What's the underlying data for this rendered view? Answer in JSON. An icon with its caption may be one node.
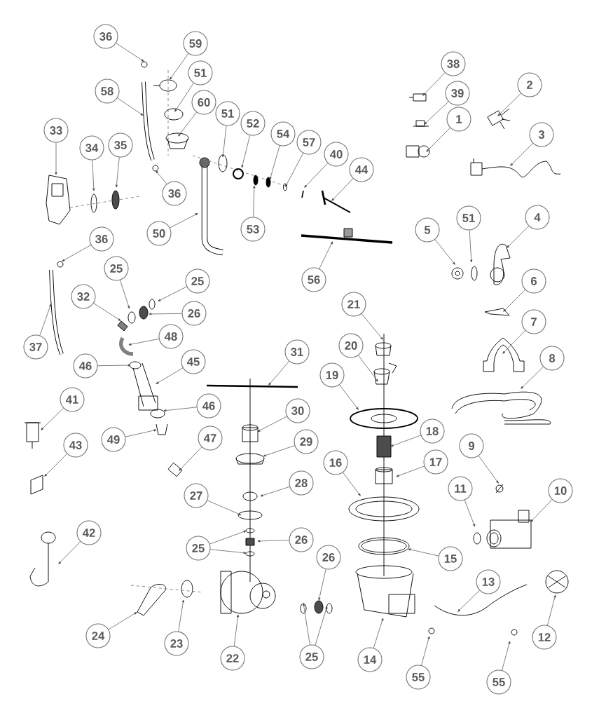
{
  "diagram": {
    "nodes": [
      {
        "text": [
          "36"
        ]
      },
      {
        "text": [
          "59"
        ]
      },
      {
        "text": [
          "38"
        ]
      },
      {
        "text": [
          "51"
        ]
      },
      {
        "text": [
          "2"
        ]
      },
      {
        "text": [
          "58"
        ]
      },
      {
        "text": [
          "39"
        ]
      },
      {
        "text": [
          "60"
        ]
      },
      {
        "text": [
          "51"
        ]
      },
      {
        "text": [
          "1"
        ]
      },
      {
        "text": [
          "52"
        ]
      },
      {
        "text": [
          "33"
        ]
      },
      {
        "text": [
          "54"
        ]
      },
      {
        "text": [
          "3"
        ]
      },
      {
        "text": [
          "57"
        ]
      },
      {
        "text": [
          "35"
        ]
      },
      {
        "text": [
          "34"
        ]
      },
      {
        "text": [
          "40"
        ]
      },
      {
        "text": [
          "44"
        ]
      },
      {
        "text": [
          "36"
        ]
      },
      {
        "text": [
          "4"
        ]
      },
      {
        "text": [
          "51"
        ]
      },
      {
        "text": [
          "53"
        ]
      },
      {
        "text": [
          "5"
        ]
      },
      {
        "text": [
          "50"
        ]
      },
      {
        "text": [
          "36"
        ]
      },
      {
        "text": [
          "25"
        ]
      },
      {
        "text": [
          "56"
        ]
      },
      {
        "text": [
          "25"
        ]
      },
      {
        "text": [
          "6"
        ]
      },
      {
        "text": [
          "32"
        ]
      },
      {
        "text": [
          "21"
        ]
      },
      {
        "text": [
          "26"
        ]
      },
      {
        "text": [
          "7"
        ]
      },
      {
        "text": [
          "48"
        ]
      },
      {
        "text": [
          "20"
        ]
      },
      {
        "text": [
          "37"
        ]
      },
      {
        "text": [
          "31"
        ]
      },
      {
        "text": [
          "8"
        ]
      },
      {
        "text": [
          "45"
        ]
      },
      {
        "text": [
          "46"
        ]
      },
      {
        "text": [
          "19"
        ]
      },
      {
        "text": [
          "41"
        ]
      },
      {
        "text": [
          "46"
        ]
      },
      {
        "text": [
          "30"
        ]
      },
      {
        "text": [
          "18"
        ]
      },
      {
        "text": [
          "49"
        ]
      },
      {
        "text": [
          "47"
        ]
      },
      {
        "text": [
          "29"
        ]
      },
      {
        "text": [
          "43"
        ]
      },
      {
        "text": [
          "9"
        ]
      },
      {
        "text": [
          "17"
        ]
      },
      {
        "text": [
          "16"
        ]
      },
      {
        "text": [
          "28"
        ]
      },
      {
        "text": [
          "11"
        ]
      },
      {
        "text": [
          "10"
        ]
      },
      {
        "text": [
          "27"
        ]
      },
      {
        "text": [
          "42"
        ]
      },
      {
        "text": [
          "26"
        ]
      },
      {
        "text": [
          "25"
        ]
      },
      {
        "text": [
          "26"
        ]
      },
      {
        "text": [
          "15"
        ]
      },
      {
        "text": [
          "13"
        ]
      },
      {
        "text": [
          "24"
        ]
      },
      {
        "text": [
          "12"
        ]
      },
      {
        "text": [
          "23"
        ]
      },
      {
        "text": [
          "25"
        ]
      },
      {
        "text": [
          "22"
        ]
      },
      {
        "text": [
          "14"
        ]
      },
      {
        "text": [
          "55"
        ]
      },
      {
        "text": [
          "55"
        ]
      }
    ],
    "edges": [
      {
        "from": 0,
        "to": null,
        "arrow": "to"
      },
      {
        "from": 1,
        "to": null,
        "arrow": "to"
      },
      {
        "from": 2,
        "to": null,
        "arrow": "to"
      },
      {
        "from": 3,
        "to": null,
        "arrow": "to"
      },
      {
        "from": 4,
        "to": null,
        "arrow": "to"
      },
      {
        "from": 5,
        "to": null,
        "arrow": "to"
      },
      {
        "from": 6,
        "to": null,
        "arrow": "to"
      },
      {
        "from": 7,
        "to": null,
        "arrow": "to"
      },
      {
        "from": 8,
        "to": null,
        "arrow": "to"
      },
      {
        "from": 9,
        "to": null,
        "arrow": "to"
      },
      {
        "from": 10,
        "to": null,
        "arrow": "to"
      },
      {
        "from": 11,
        "to": null,
        "arrow": "to"
      },
      {
        "from": 12,
        "to": null,
        "arrow": "to"
      },
      {
        "from": 13,
        "to": null,
        "arrow": "to"
      },
      {
        "from": 14,
        "to": null,
        "arrow": "to"
      },
      {
        "from": 15,
        "to": null,
        "arrow": "to"
      },
      {
        "from": 16,
        "to": null,
        "arrow": "to"
      },
      {
        "from": 17,
        "to": null,
        "arrow": "to"
      },
      {
        "from": 18,
        "to": null,
        "arrow": "to"
      },
      {
        "from": 19,
        "to": null,
        "arrow": "to"
      },
      {
        "from": 20,
        "to": null,
        "arrow": "to"
      },
      {
        "from": 21,
        "to": null,
        "arrow": "to"
      },
      {
        "from": 22,
        "to": null,
        "arrow": "to"
      },
      {
        "from": 23,
        "to": null,
        "arrow": "to"
      },
      {
        "from": 24,
        "to": null,
        "arrow": "to"
      },
      {
        "from": 25,
        "to": null,
        "arrow": "to"
      },
      {
        "from": 26,
        "to": null,
        "arrow": "to"
      },
      {
        "from": 27,
        "to": null,
        "arrow": "to"
      },
      {
        "from": 28,
        "to": null,
        "arrow": "to"
      },
      {
        "from": 29,
        "to": null,
        "arrow": "to"
      },
      {
        "from": 30,
        "to": null,
        "arrow": "to"
      },
      {
        "from": 31,
        "to": null,
        "arrow": "to"
      },
      {
        "from": 32,
        "to": null,
        "arrow": "to"
      },
      {
        "from": 33,
        "to": null,
        "arrow": "to"
      },
      {
        "from": 34,
        "to": null,
        "arrow": "to"
      },
      {
        "from": 35,
        "to": null,
        "arrow": "to"
      },
      {
        "from": 36,
        "to": null,
        "arrow": "to"
      },
      {
        "from": 37,
        "to": null,
        "arrow": "to"
      },
      {
        "from": 38,
        "to": null,
        "arrow": "to"
      },
      {
        "from": 39,
        "to": null,
        "arrow": "to"
      },
      {
        "from": 40,
        "to": null,
        "arrow": "to"
      },
      {
        "from": 41,
        "to": null,
        "arrow": "to"
      },
      {
        "from": 42,
        "to": null,
        "arrow": "to"
      },
      {
        "from": 43,
        "to": null,
        "arrow": "to"
      },
      {
        "from": 44,
        "to": null,
        "arrow": "to"
      },
      {
        "from": 45,
        "to": null,
        "arrow": "to"
      },
      {
        "from": 46,
        "to": null,
        "arrow": "to"
      },
      {
        "from": 47,
        "to": null,
        "arrow": "to"
      },
      {
        "from": 48,
        "to": null,
        "arrow": "to"
      },
      {
        "from": 49,
        "to": null,
        "arrow": "to"
      },
      {
        "from": 50,
        "to": null,
        "arrow": "to"
      },
      {
        "from": 51,
        "to": null,
        "arrow": "to"
      },
      {
        "from": 52,
        "to": null,
        "arrow": "to"
      },
      {
        "from": 53,
        "to": null,
        "arrow": "to"
      },
      {
        "from": 54,
        "to": null,
        "arrow": "to"
      },
      {
        "from": 55,
        "to": null,
        "arrow": "to"
      },
      {
        "from": 56,
        "to": null,
        "arrow": "to"
      },
      {
        "from": 57,
        "to": null,
        "arrow": "to"
      },
      {
        "from": 58,
        "to": null,
        "arrow": "to"
      },
      {
        "from": 59,
        "to": null,
        "arrow": "to"
      },
      {
        "from": 59,
        "to": null,
        "arrow": "to"
      },
      {
        "from": 60,
        "to": null,
        "arrow": "to"
      },
      {
        "from": 61,
        "to": null,
        "arrow": "to"
      },
      {
        "from": 62,
        "to": null,
        "arrow": "to"
      },
      {
        "from": 63,
        "to": null,
        "arrow": "to"
      },
      {
        "from": 64,
        "to": null,
        "arrow": "to"
      },
      {
        "from": 65,
        "to": null,
        "arrow": "to"
      },
      {
        "from": 66,
        "to": null,
        "arrow": "to"
      },
      {
        "from": 66,
        "to": null,
        "arrow": "to"
      },
      {
        "from": 67,
        "to": null,
        "arrow": "to"
      },
      {
        "from": 68,
        "to": null,
        "arrow": "to"
      },
      {
        "from": 69,
        "to": null,
        "arrow": "to"
      },
      {
        "from": 70,
        "to": null,
        "arrow": "to"
      }
    ]
  }
}
